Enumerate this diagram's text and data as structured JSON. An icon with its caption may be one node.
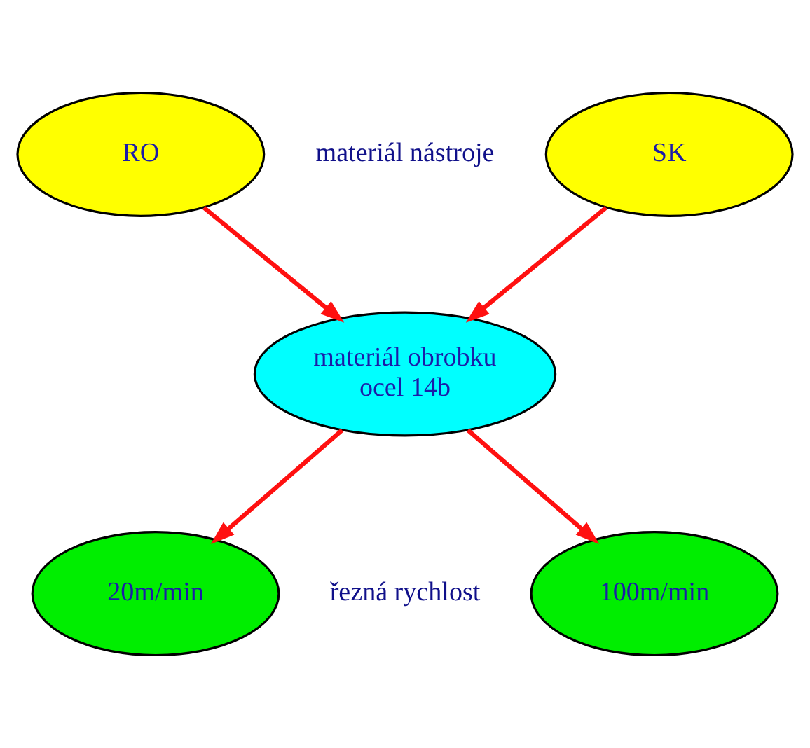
{
  "diagram": {
    "nodes": [
      {
        "text": [
          "RO"
        ]
      },
      {
        "text": [
          "SK"
        ]
      },
      {
        "text": [
          "materiál obrobku",
          "ocel 14b"
        ]
      },
      {
        "text": [
          "20m/min"
        ]
      },
      {
        "text": [
          "100m/min"
        ]
      }
    ],
    "edges": [
      {
        "from": 0,
        "to": 2,
        "arrow": "to"
      },
      {
        "from": 1,
        "to": 2,
        "arrow": "to"
      },
      {
        "from": 2,
        "to": 3,
        "arrow": "to"
      },
      {
        "from": 2,
        "to": 4,
        "arrow": "to"
      }
    ],
    "labels": [
      "materiál nástroje",
      "řezná rychlost"
    ]
  }
}
